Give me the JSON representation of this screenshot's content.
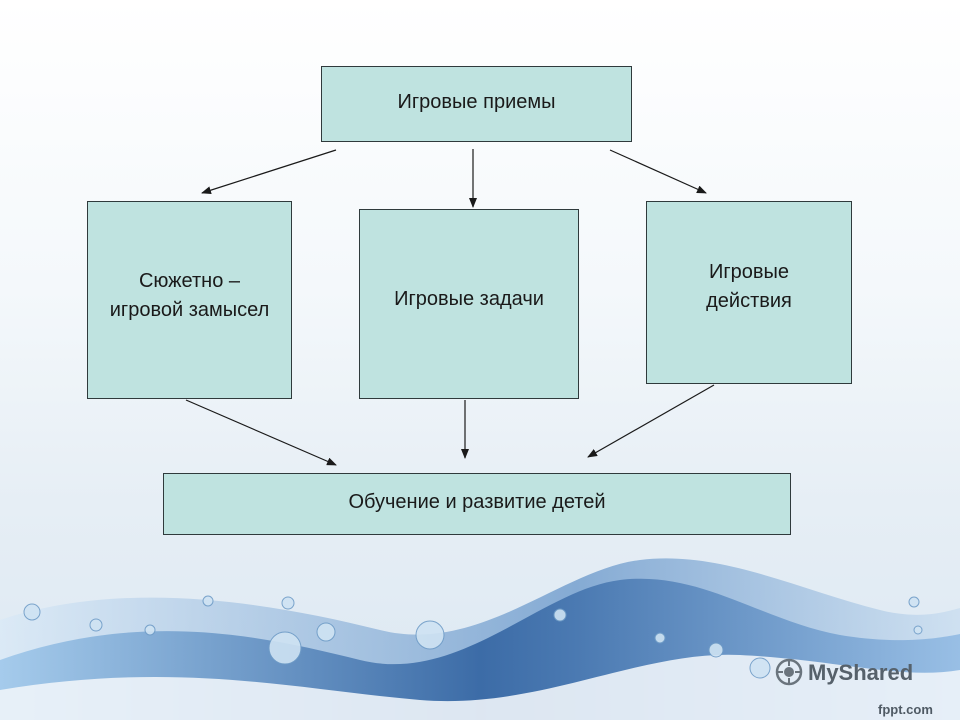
{
  "diagram": {
    "top": "Игровые приемы",
    "left": "Сюжетно –\nигровой замысел",
    "center": "Игровые задачи",
    "right": "Игровые\nдействия",
    "bottom": "Обучение и развитие детей"
  },
  "watermark": {
    "myshared": "MyShared",
    "fppt": "fppt.com"
  },
  "colors": {
    "box_fill": "#bfe3e0",
    "box_border": "#2f3a3c",
    "arrow": "#1a1a1a",
    "wave_dark": "#1f4f8a",
    "wave_light": "#7fb3e0"
  }
}
